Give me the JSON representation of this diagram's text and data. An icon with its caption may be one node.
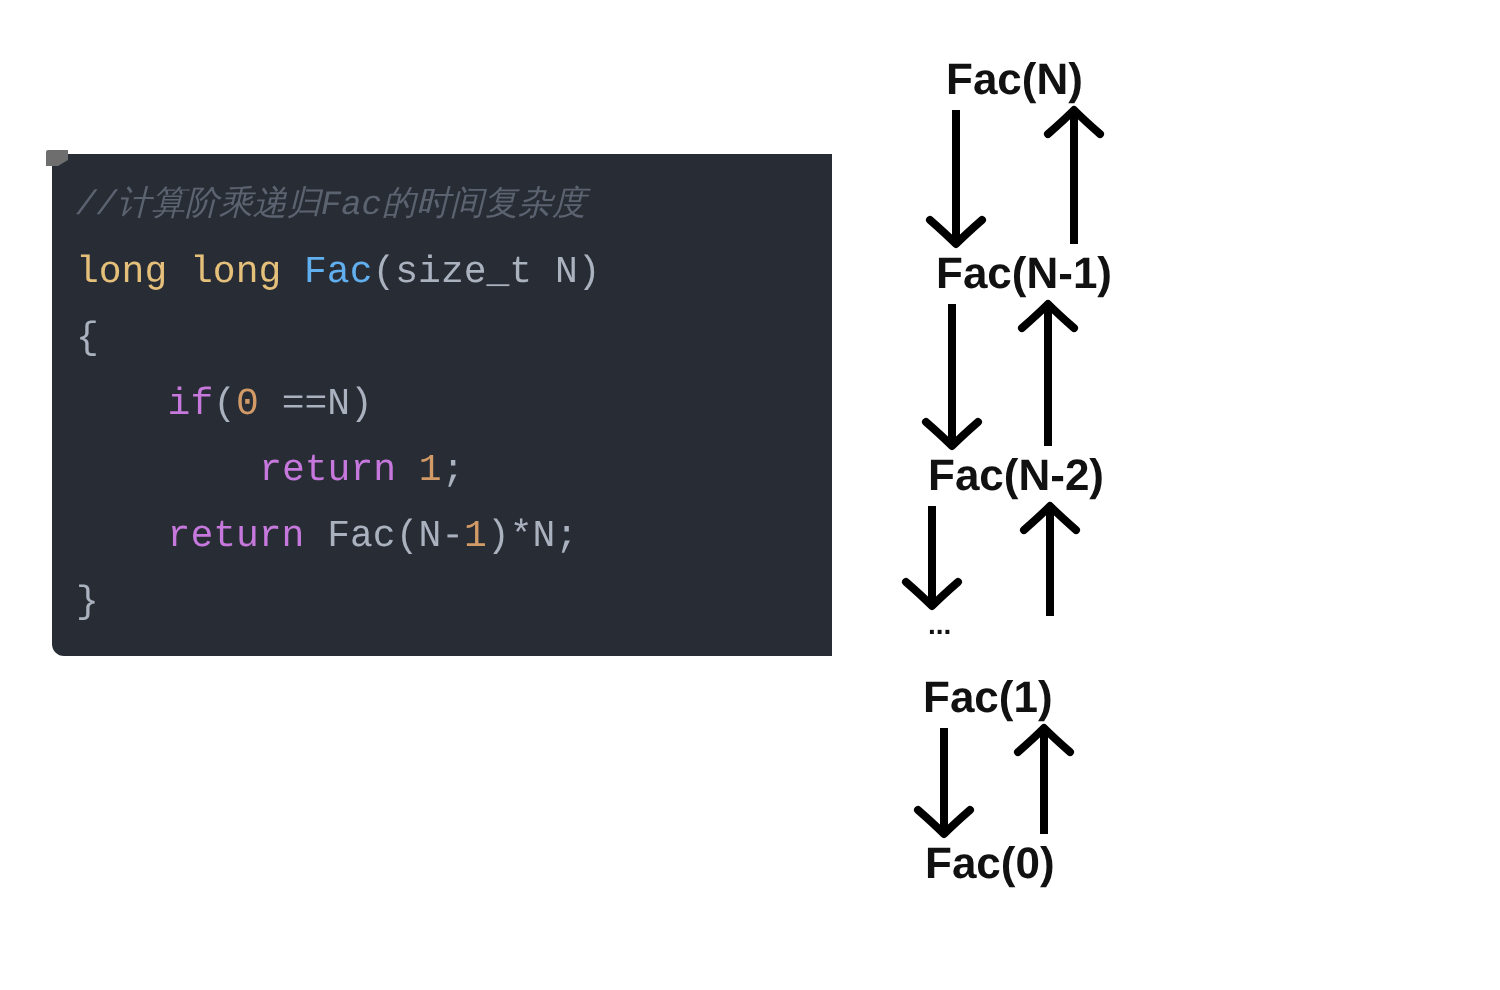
{
  "diagram": {
    "nodes": [
      {
        "text": [
          "//计算阶乘递归Fac的时间复杂度",
          "long long Fac(size_t N)",
          "{",
          "if(0 ==N)",
          "return 1;",
          "return Fac(N-1)*N;",
          "}"
        ]
      },
      {
        "text": [
          "Fac(N)"
        ]
      },
      {
        "text": [
          "Fac(N-1)"
        ]
      },
      {
        "text": [
          "Fac(N-2)"
        ]
      },
      {
        "text": [
          "..."
        ]
      },
      {
        "text": [
          "Fac(1)"
        ]
      },
      {
        "text": [
          "Fac(0)"
        ]
      }
    ],
    "edges": [
      {
        "from": 1,
        "to": 2,
        "arrow": "to"
      },
      {
        "from": 2,
        "to": 1,
        "arrow": "to"
      },
      {
        "from": 2,
        "to": 3,
        "arrow": "to"
      },
      {
        "from": 3,
        "to": 2,
        "arrow": "to"
      },
      {
        "from": 3,
        "to": 4,
        "arrow": "to"
      },
      {
        "from": null,
        "to": 3,
        "arrow": "to"
      },
      {
        "from": 5,
        "to": 6,
        "arrow": "to"
      },
      {
        "from": 6,
        "to": 5,
        "arrow": "to"
      }
    ]
  }
}
